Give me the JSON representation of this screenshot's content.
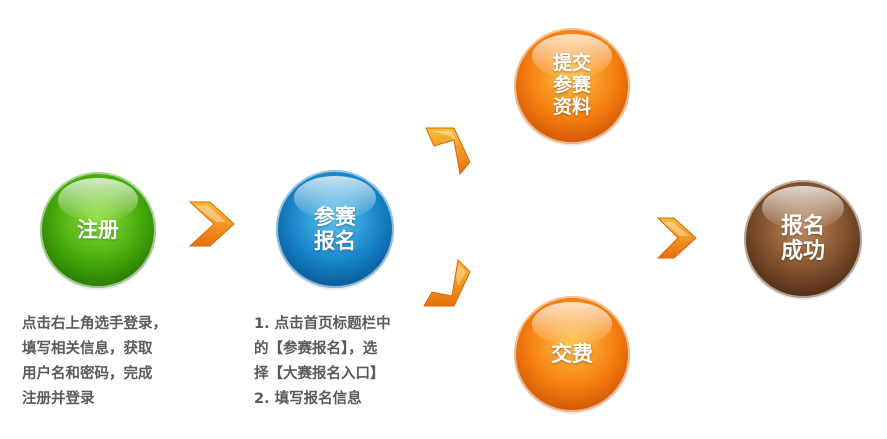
{
  "steps": {
    "register": {
      "label": "注册",
      "color": "#4db10f"
    },
    "signup": {
      "label": "参赛\n报名",
      "color": "#1a86c9"
    },
    "submit": {
      "label": "提交\n参赛\n资料",
      "color": "#f07a10"
    },
    "pay": {
      "label": "交费",
      "color": "#f07a10"
    },
    "success": {
      "label": "报名\n成功",
      "color": "#7a4f2e"
    }
  },
  "descriptions": {
    "register": "点击右上角选手登录，\n填写相关信息，获取\n用户名和密码，完成\n注册并登录",
    "signup": "1. 点击首页标题栏中\n的【参赛报名】，选\n择【大赛报名入口】\n2. 填写报名信息"
  },
  "colors": {
    "arrow": "#f59a12",
    "text": "#5a5a5a"
  }
}
